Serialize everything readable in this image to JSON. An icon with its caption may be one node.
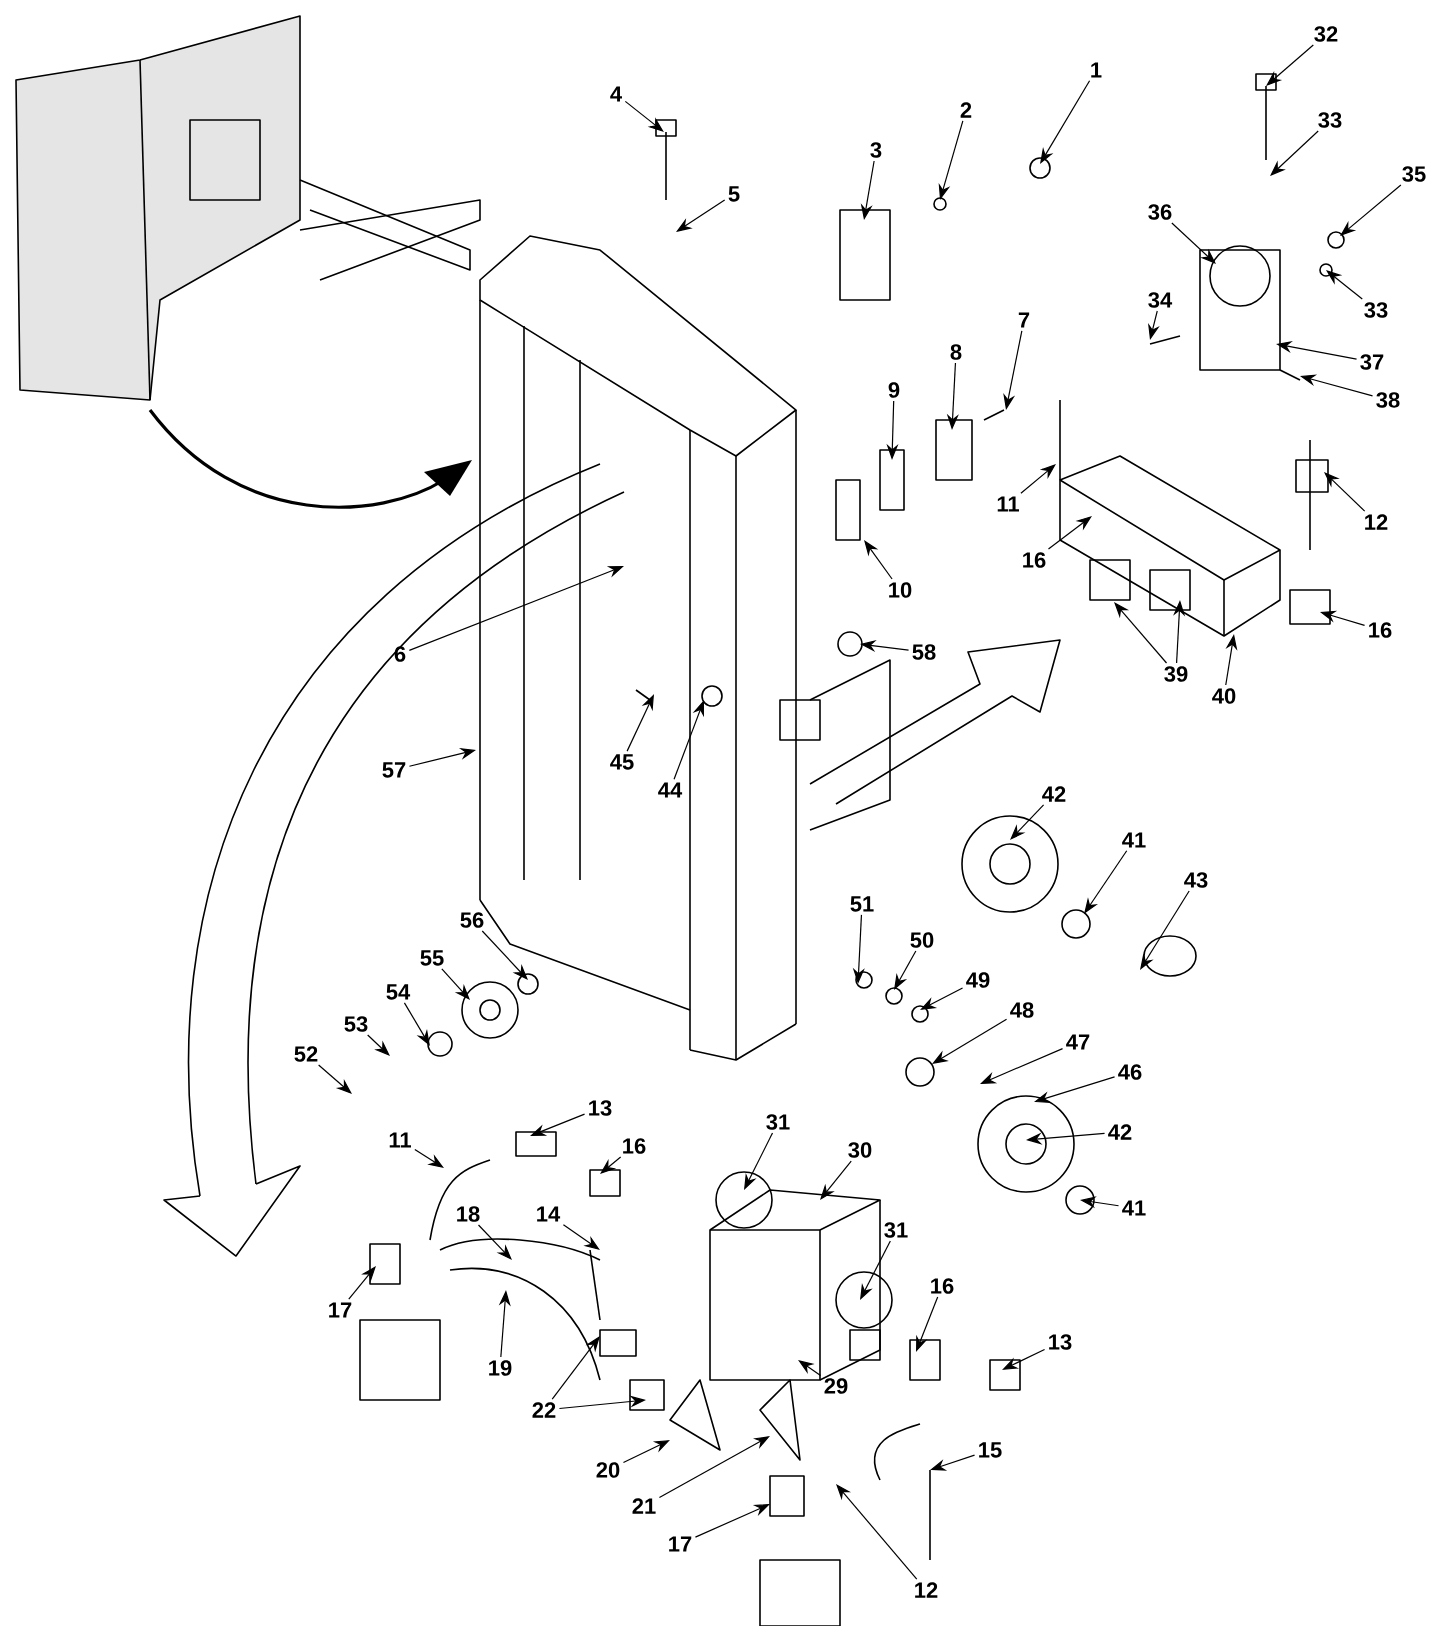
{
  "diagram": {
    "nodes": [
      {
        "text": [
          "4"
        ]
      },
      {
        "text": [
          "1"
        ]
      },
      {
        "text": [
          "32"
        ]
      },
      {
        "text": [
          "2"
        ]
      },
      {
        "text": [
          "33"
        ]
      },
      {
        "text": [
          "3"
        ]
      },
      {
        "text": [
          "35"
        ]
      },
      {
        "text": [
          "5"
        ]
      },
      {
        "text": [
          "36"
        ]
      },
      {
        "text": [
          "34"
        ]
      },
      {
        "text": [
          "33"
        ]
      },
      {
        "text": [
          "7"
        ]
      },
      {
        "text": [
          "8"
        ]
      },
      {
        "text": [
          "37"
        ]
      },
      {
        "text": [
          "9"
        ]
      },
      {
        "text": [
          "38"
        ]
      },
      {
        "text": [
          "11"
        ]
      },
      {
        "text": [
          "12"
        ]
      },
      {
        "text": [
          "16"
        ]
      },
      {
        "text": [
          "10"
        ]
      },
      {
        "text": [
          "16"
        ]
      },
      {
        "text": [
          "6"
        ]
      },
      {
        "text": [
          "58"
        ]
      },
      {
        "text": [
          "39"
        ]
      },
      {
        "text": [
          "40"
        ]
      },
      {
        "text": [
          "57"
        ]
      },
      {
        "text": [
          "45"
        ]
      },
      {
        "text": [
          "44"
        ]
      },
      {
        "text": [
          "42"
        ]
      },
      {
        "text": [
          "41"
        ]
      },
      {
        "text": [
          "43"
        ]
      },
      {
        "text": [
          "51"
        ]
      },
      {
        "text": [
          "56"
        ]
      },
      {
        "text": [
          "50"
        ]
      },
      {
        "text": [
          "55"
        ]
      },
      {
        "text": [
          "49"
        ]
      },
      {
        "text": [
          "54"
        ]
      },
      {
        "text": [
          "48"
        ]
      },
      {
        "text": [
          "53"
        ]
      },
      {
        "text": [
          "47"
        ]
      },
      {
        "text": [
          "52"
        ]
      },
      {
        "text": [
          "46"
        ]
      },
      {
        "text": [
          "13"
        ]
      },
      {
        "text": [
          "31"
        ]
      },
      {
        "text": [
          "42"
        ]
      },
      {
        "text": [
          "11"
        ]
      },
      {
        "text": [
          "16"
        ]
      },
      {
        "text": [
          "30"
        ]
      },
      {
        "text": [
          "41"
        ]
      },
      {
        "text": [
          "18"
        ]
      },
      {
        "text": [
          "14"
        ]
      },
      {
        "text": [
          "31"
        ]
      },
      {
        "text": [
          "16"
        ]
      },
      {
        "text": [
          "17"
        ]
      },
      {
        "text": [
          "13"
        ]
      },
      {
        "text": [
          "19"
        ]
      },
      {
        "text": [
          "29"
        ]
      },
      {
        "text": [
          "22"
        ]
      },
      {
        "text": [
          "15"
        ]
      },
      {
        "text": [
          "20"
        ]
      },
      {
        "text": [
          "21"
        ]
      },
      {
        "text": [
          "17"
        ]
      },
      {
        "text": [
          "12"
        ]
      }
    ],
    "edges": [
      {
        "from": 0,
        "to": null,
        "arrow": "to"
      },
      {
        "from": 1,
        "to": null,
        "arrow": "to"
      },
      {
        "from": 2,
        "to": null,
        "arrow": "to"
      },
      {
        "from": 3,
        "to": null,
        "arrow": "to"
      },
      {
        "from": 4,
        "to": null,
        "arrow": "to"
      },
      {
        "from": 5,
        "to": null,
        "arrow": "to"
      },
      {
        "from": 6,
        "to": null,
        "arrow": "to"
      },
      {
        "from": 7,
        "to": null,
        "arrow": "to"
      },
      {
        "from": 8,
        "to": null,
        "arrow": "to"
      },
      {
        "from": 9,
        "to": null,
        "arrow": "to"
      },
      {
        "from": 10,
        "to": null,
        "arrow": "to"
      },
      {
        "from": 11,
        "to": null,
        "arrow": "to"
      },
      {
        "from": 12,
        "to": null,
        "arrow": "to"
      },
      {
        "from": 13,
        "to": null,
        "arrow": "to"
      },
      {
        "from": 14,
        "to": null,
        "arrow": "to"
      },
      {
        "from": 15,
        "to": null,
        "arrow": "to"
      },
      {
        "from": 16,
        "to": null,
        "arrow": "to"
      },
      {
        "from": 17,
        "to": null,
        "arrow": "to"
      },
      {
        "from": 18,
        "to": null,
        "arrow": "to"
      },
      {
        "from": 19,
        "to": null,
        "arrow": "to"
      },
      {
        "from": 20,
        "to": null,
        "arrow": "to"
      },
      {
        "from": 21,
        "to": null,
        "arrow": "to"
      },
      {
        "from": 22,
        "to": null,
        "arrow": "to"
      },
      {
        "from": 23,
        "to": null,
        "arrow": "to"
      },
      {
        "from": 23,
        "to": null,
        "arrow": "to"
      },
      {
        "from": 24,
        "to": null,
        "arrow": "to"
      },
      {
        "from": 25,
        "to": null,
        "arrow": "to"
      },
      {
        "from": 26,
        "to": null,
        "arrow": "to"
      },
      {
        "from": 27,
        "to": null,
        "arrow": "to"
      },
      {
        "from": 28,
        "to": null,
        "arrow": "to"
      },
      {
        "from": 29,
        "to": null,
        "arrow": "to"
      },
      {
        "from": 30,
        "to": null,
        "arrow": "to"
      },
      {
        "from": 31,
        "to": null,
        "arrow": "to"
      },
      {
        "from": 32,
        "to": null,
        "arrow": "to"
      },
      {
        "from": 33,
        "to": null,
        "arrow": "to"
      },
      {
        "from": 34,
        "to": null,
        "arrow": "to"
      },
      {
        "from": 35,
        "to": null,
        "arrow": "to"
      },
      {
        "from": 36,
        "to": null,
        "arrow": "to"
      },
      {
        "from": 37,
        "to": null,
        "arrow": "to"
      },
      {
        "from": 38,
        "to": null,
        "arrow": "to"
      },
      {
        "from": 39,
        "to": null,
        "arrow": "to"
      },
      {
        "from": 40,
        "to": null,
        "arrow": "to"
      },
      {
        "from": 41,
        "to": null,
        "arrow": "to"
      },
      {
        "from": 42,
        "to": null,
        "arrow": "to"
      },
      {
        "from": 43,
        "to": null,
        "arrow": "to"
      },
      {
        "from": 44,
        "to": null,
        "arrow": "to"
      },
      {
        "from": 45,
        "to": null,
        "arrow": "to"
      },
      {
        "from": 46,
        "to": null,
        "arrow": "to"
      },
      {
        "from": 47,
        "to": null,
        "arrow": "to"
      },
      {
        "from": 48,
        "to": null,
        "arrow": "to"
      },
      {
        "from": 49,
        "to": null,
        "arrow": "to"
      },
      {
        "from": 50,
        "to": null,
        "arrow": "to"
      },
      {
        "from": 51,
        "to": null,
        "arrow": "to"
      },
      {
        "from": 52,
        "to": null,
        "arrow": "to"
      },
      {
        "from": 53,
        "to": null,
        "arrow": "to"
      },
      {
        "from": 54,
        "to": null,
        "arrow": "to"
      },
      {
        "from": 55,
        "to": null,
        "arrow": "to"
      },
      {
        "from": 56,
        "to": null,
        "arrow": "to"
      },
      {
        "from": 57,
        "to": null,
        "arrow": "to"
      },
      {
        "from": 57,
        "to": null,
        "arrow": "to"
      },
      {
        "from": 58,
        "to": null,
        "arrow": "to"
      },
      {
        "from": 59,
        "to": null,
        "arrow": "to"
      },
      {
        "from": 60,
        "to": null,
        "arrow": "to"
      },
      {
        "from": 61,
        "to": null,
        "arrow": "to"
      },
      {
        "from": 62,
        "to": null,
        "arrow": "to"
      }
    ]
  }
}
